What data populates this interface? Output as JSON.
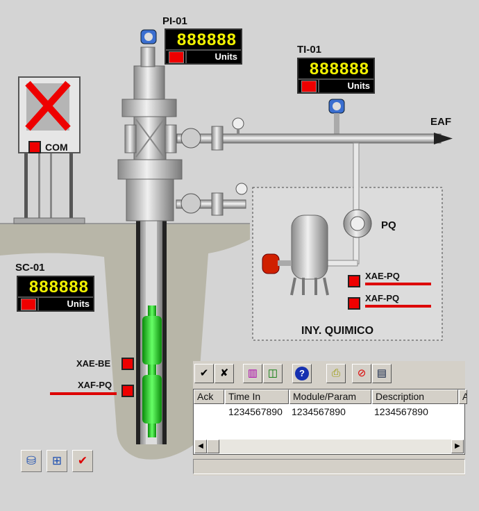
{
  "tags": {
    "pi01": {
      "label": "PI-01",
      "value": "888888",
      "units": "Units"
    },
    "ti01": {
      "label": "TI-01",
      "value": "888888",
      "units": "Units"
    },
    "sc01": {
      "label": "SC-01",
      "value": "888888",
      "units": "Units"
    }
  },
  "com_label": "COM",
  "eaf_label": "EAF",
  "pq_label": "PQ",
  "chem_injection": {
    "title": "INY. QUIMICO",
    "xae": "XAE-PQ",
    "xaf": "XAF-PQ"
  },
  "downhole": {
    "xae": "XAE-BE",
    "xaf": "XAF-PQ"
  },
  "alarm_panel": {
    "toolbar": [
      "ack-icon",
      "ack-all-icon",
      "filter-icon",
      "columns-icon",
      "help-icon",
      "locate-icon",
      "suppress-icon",
      "layers-icon"
    ],
    "columns": [
      "Ack",
      "Time In",
      "Module/Param",
      "Description",
      "A"
    ],
    "rows": [
      [
        "",
        "1234567890",
        "1234567890",
        "1234567890",
        ""
      ]
    ]
  },
  "bottom_icons": [
    "tank-icon",
    "network-icon",
    "check-icon"
  ],
  "colors": {
    "alarm_red": "#e00000",
    "display_yellow": "#f2f200",
    "tool_green": "#22cc22",
    "background": "#d4d4d4"
  }
}
